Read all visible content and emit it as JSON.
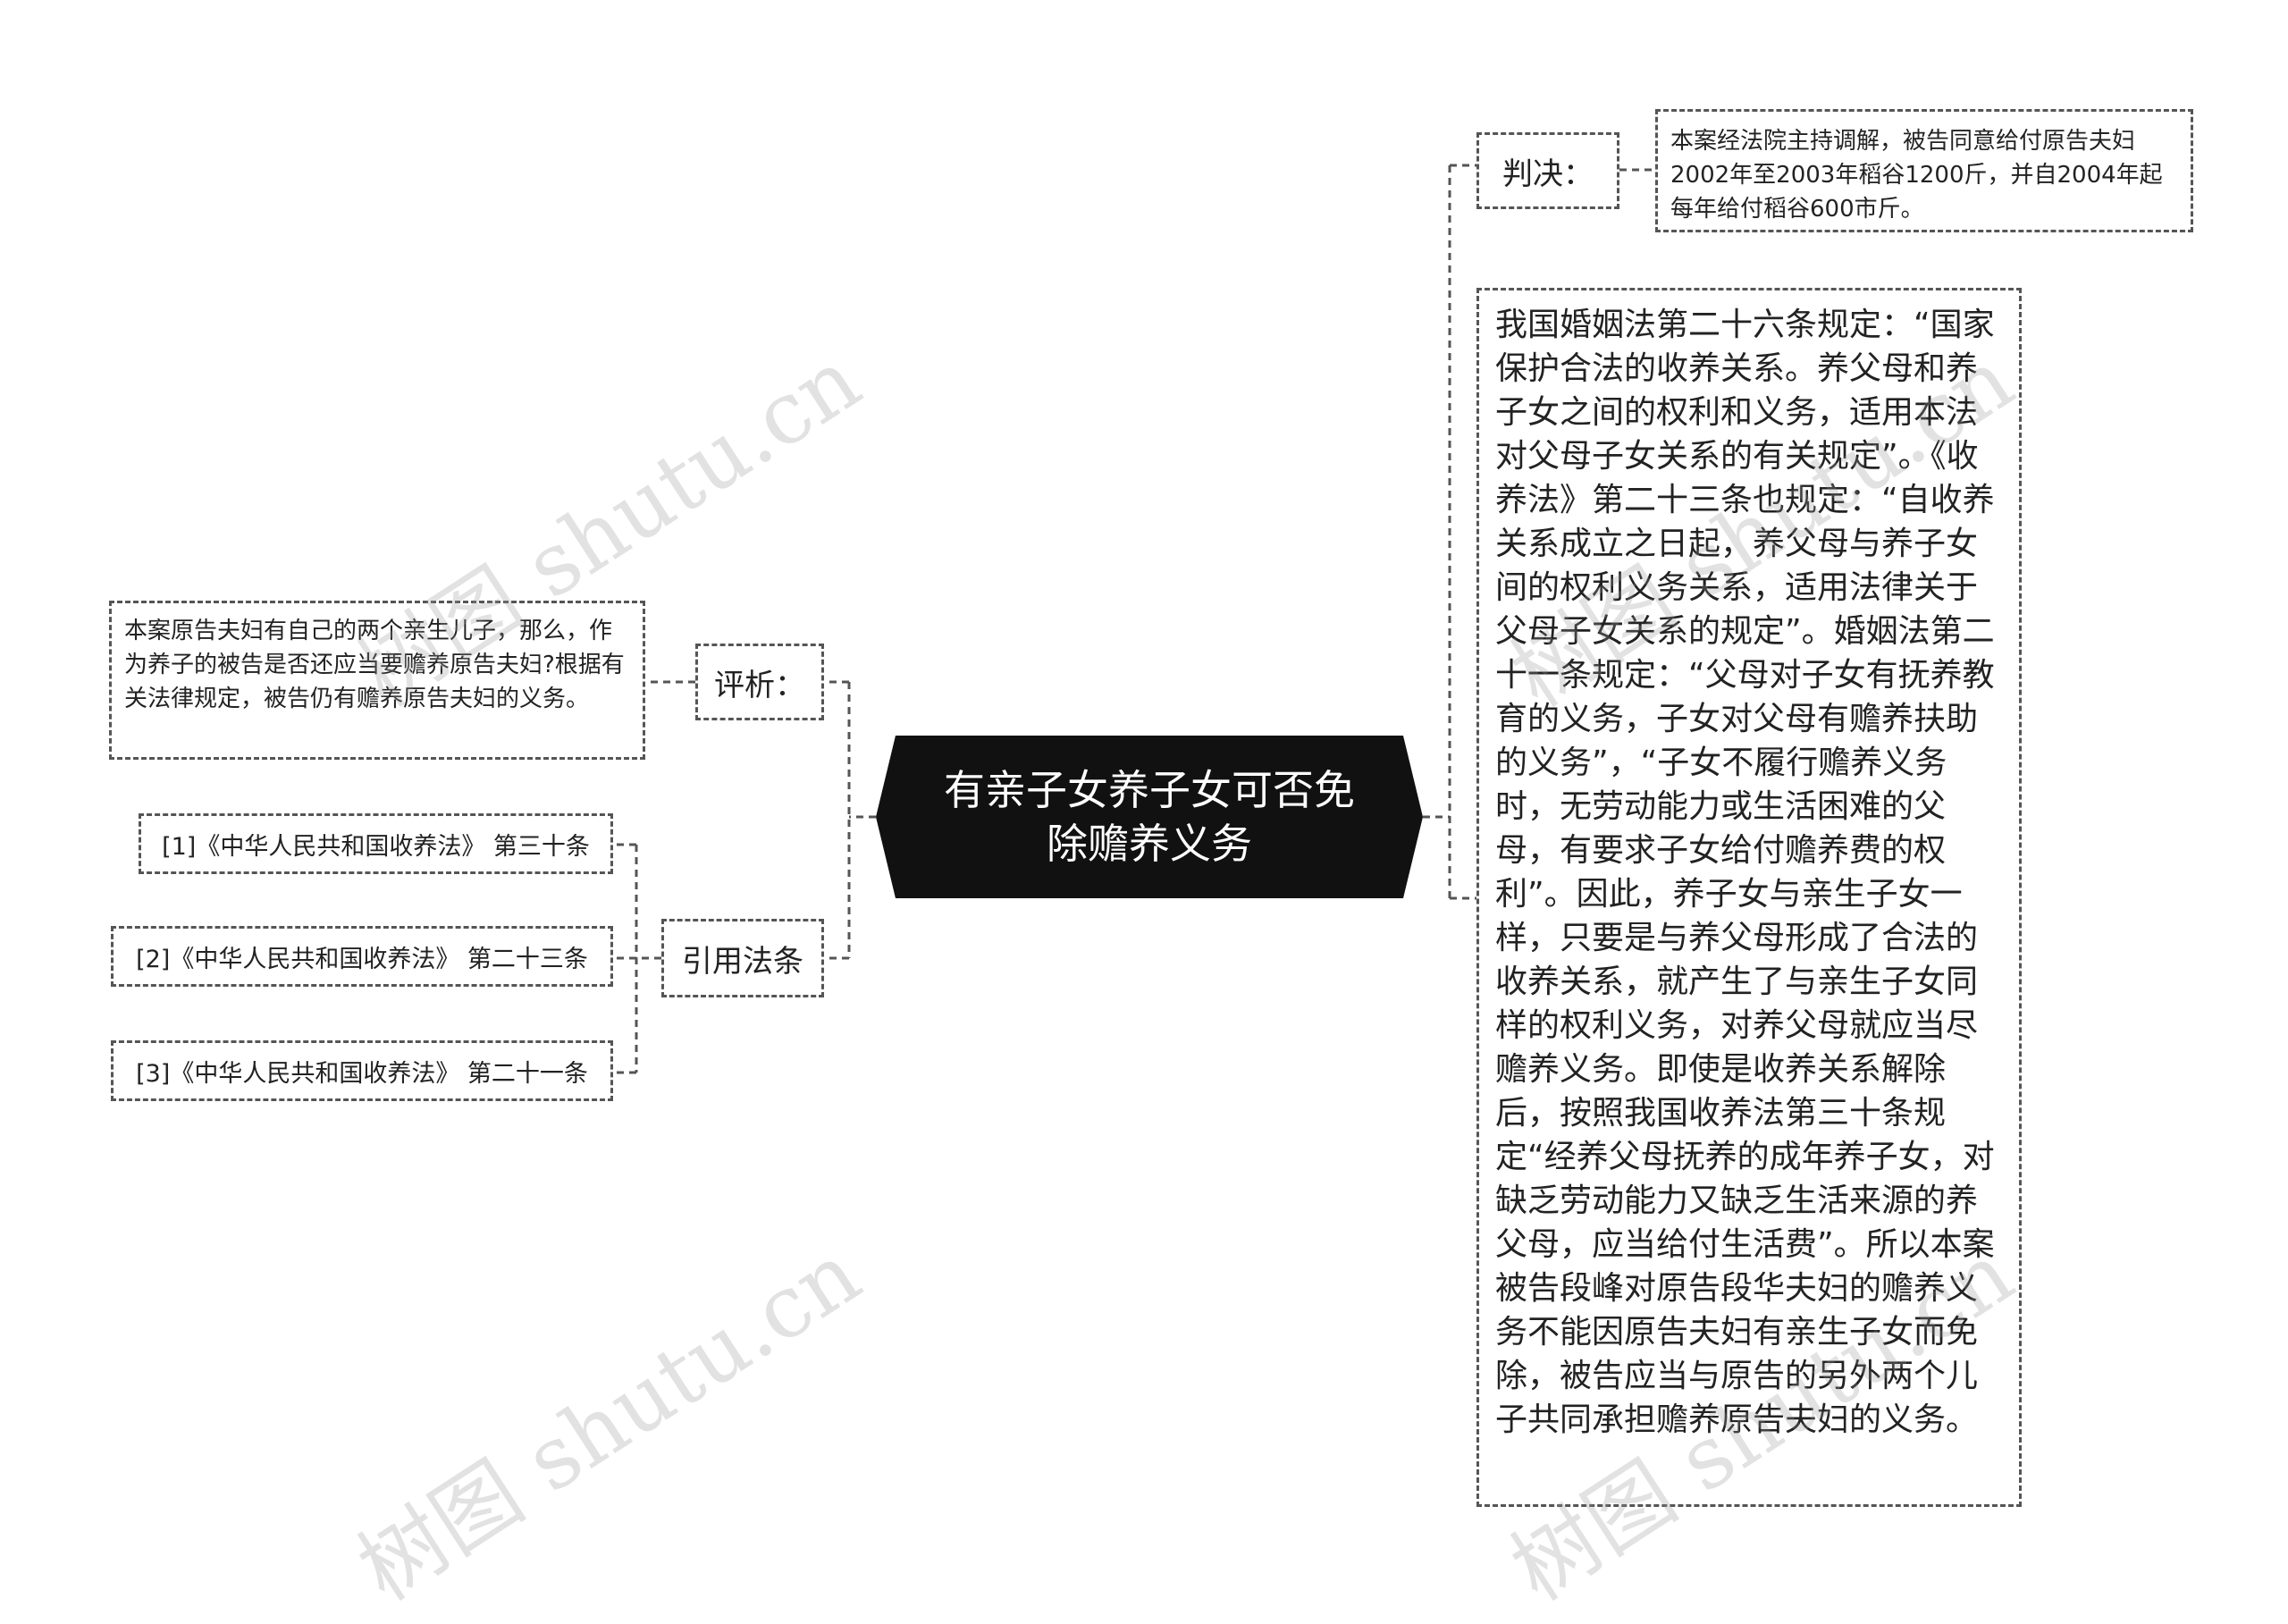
{
  "root": {
    "title": "有亲子女养子女可否免除赡养义务"
  },
  "branches": {
    "judgment": {
      "label": "判决：",
      "content": "本案经法院主持调解，被告同意给付原告夫妇2002年至2003年稻谷1200斤，并自2004年起每年给付稻谷600市斤。"
    },
    "reasoning": {
      "content": "我国婚姻法第二十六条规定：“国家保护合法的收养关系。养父母和养子女之间的权利和义务，适用本法对父母子女关系的有关规定”。《收养法》第二十三条也规定：“自收养关系成立之日起，养父母与养子女间的权利义务关系，适用法律关于父母子女关系的规定”。婚姻法第二十一条规定：“父母对子女有抚养教育的义务，子女对父母有赡养扶助的义务”，“子女不履行赡养义务时，无劳动能力或生活困难的父母，有要求子女给付赡养费的权利”。因此，养子女与亲生子女一样，只要是与养父母形成了合法的收养关系，就产生了与亲生子女同样的权利义务，对养父母就应当尽赡养义务。即使是收养关系解除后，按照我国收养法第三十条规定“经养父母抚养的成年养子女，对缺乏劳动能力又缺乏生活来源的养父母，应当给付生活费”。所以本案被告段峰对原告段华夫妇的赡养义务不能因原告夫妇有亲生子女而免除，被告应当与原告的另外两个儿子共同承担赡养原告夫妇的义务。"
    },
    "analysis": {
      "label": "评析：",
      "content": "本案原告夫妇有自己的两个亲生儿子，那么，作为养子的被告是否还应当要赡养原告夫妇?根据有关法律规定，被告仍有赡养原告夫妇的义务。"
    },
    "laws": {
      "label": "引用法条",
      "items": [
        "[1]《中华人民共和国收养法》 第三十条",
        "[2]《中华人民共和国收养法》 第二十三条",
        "[3]《中华人民共和国收养法》 第二十一条"
      ]
    }
  },
  "watermark": {
    "text": "树图 shutu.cn"
  },
  "colors": {
    "root_fill": "#111111",
    "line": "#555555",
    "watermark": "#969696"
  }
}
